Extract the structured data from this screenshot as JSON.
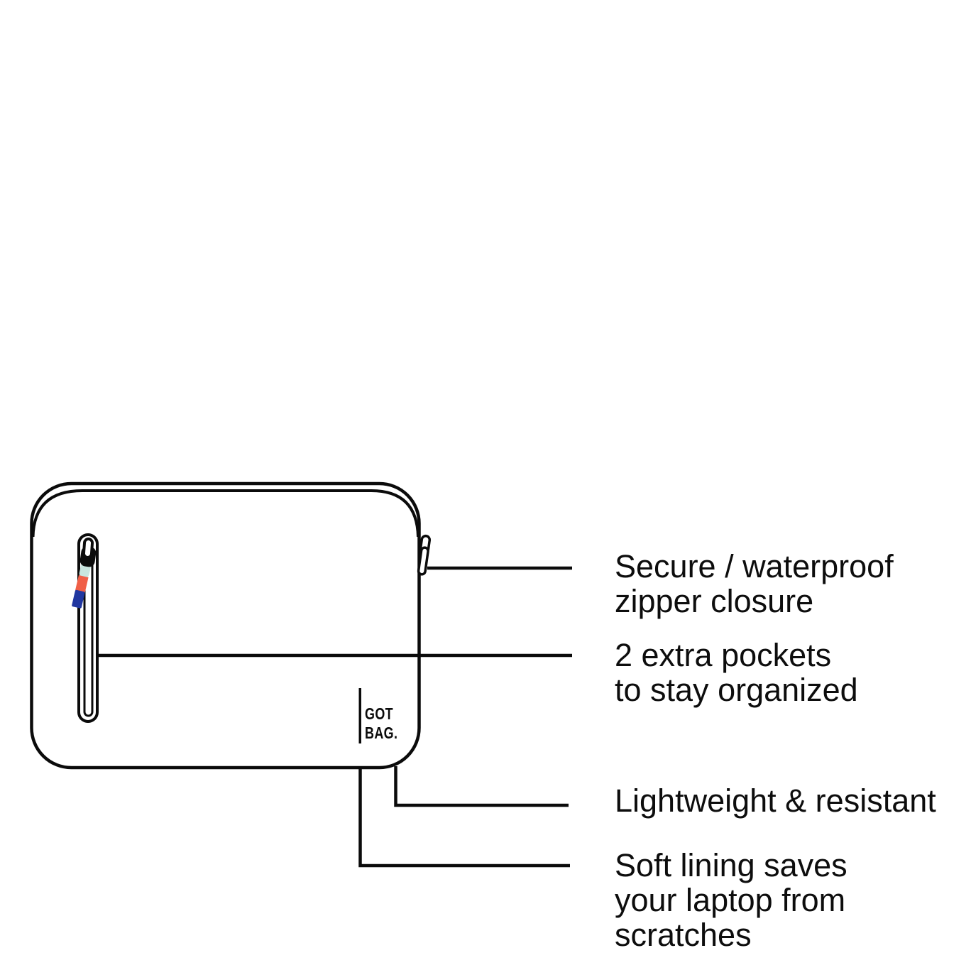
{
  "illustration": {
    "kind": "laptop-sleeve-line-drawing",
    "brand_logo": {
      "line1": "GOT",
      "line2": "BAG."
    },
    "colors": {
      "outline": "#0b0b0b",
      "zipper_tab_mint": "#c9e6df",
      "zipper_tab_coral": "#f05f47",
      "zipper_tab_blue": "#2137a0",
      "background": "#ffffff"
    }
  },
  "callouts": [
    {
      "id": "zipper",
      "lines": [
        "Secure / waterproof",
        "zipper closure"
      ]
    },
    {
      "id": "pockets",
      "lines": [
        "2 extra pockets",
        "to stay organized"
      ]
    },
    {
      "id": "material",
      "lines": [
        "Lightweight & resistant"
      ]
    },
    {
      "id": "lining",
      "lines": [
        "Soft lining saves",
        "your laptop from",
        "scratches"
      ]
    }
  ]
}
